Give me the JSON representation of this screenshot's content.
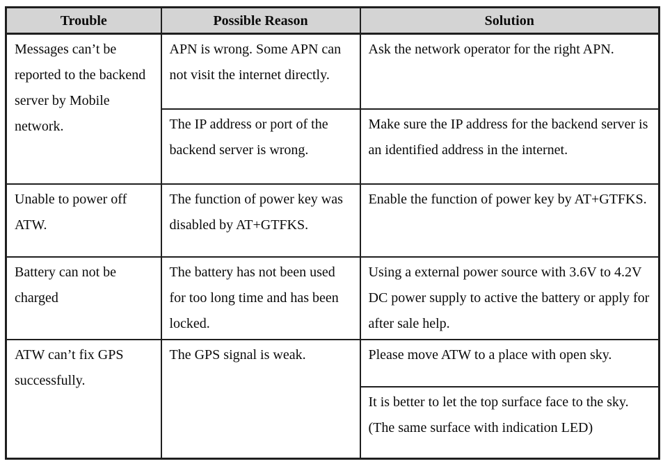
{
  "table": {
    "headers": [
      "Trouble",
      "Possible Reason",
      "Solution"
    ],
    "rows": [
      {
        "trouble": "Messages can’t be reported to the backend server by Mobile network.",
        "entries": [
          {
            "reason": "APN is wrong. Some APN can not visit the internet directly.",
            "solution": "Ask the network operator for the right APN."
          },
          {
            "reason": "The IP address or port of the backend server is wrong.",
            "solution": "Make sure the IP address for the backend server is an identified address in the internet."
          }
        ]
      },
      {
        "trouble": "Unable to power off ATW.",
        "entries": [
          {
            "reason": "The function of power key was disabled by AT+GTFKS.",
            "solution": "Enable the function of power key by AT+GTFKS."
          }
        ]
      },
      {
        "trouble": "Battery can not be charged",
        "entries": [
          {
            "reason": "The battery has not been used for too long time and has been locked.",
            "solution": "Using a external power source with 3.6V to 4.2V DC power supply to active the battery or apply for after sale help."
          }
        ]
      },
      {
        "trouble": "ATW can’t fix GPS successfully.",
        "reason": "The GPS  signal is weak.",
        "entries": [
          {
            "solution": "Please move ATW to a place with open sky."
          },
          {
            "solution": "It is better to let the top surface face to the sky. (The same surface with indication LED)"
          }
        ]
      }
    ],
    "colors": {
      "header_background": "#d4d4d4",
      "border": "#1f1f1f",
      "text": "#0a0a0a"
    }
  }
}
